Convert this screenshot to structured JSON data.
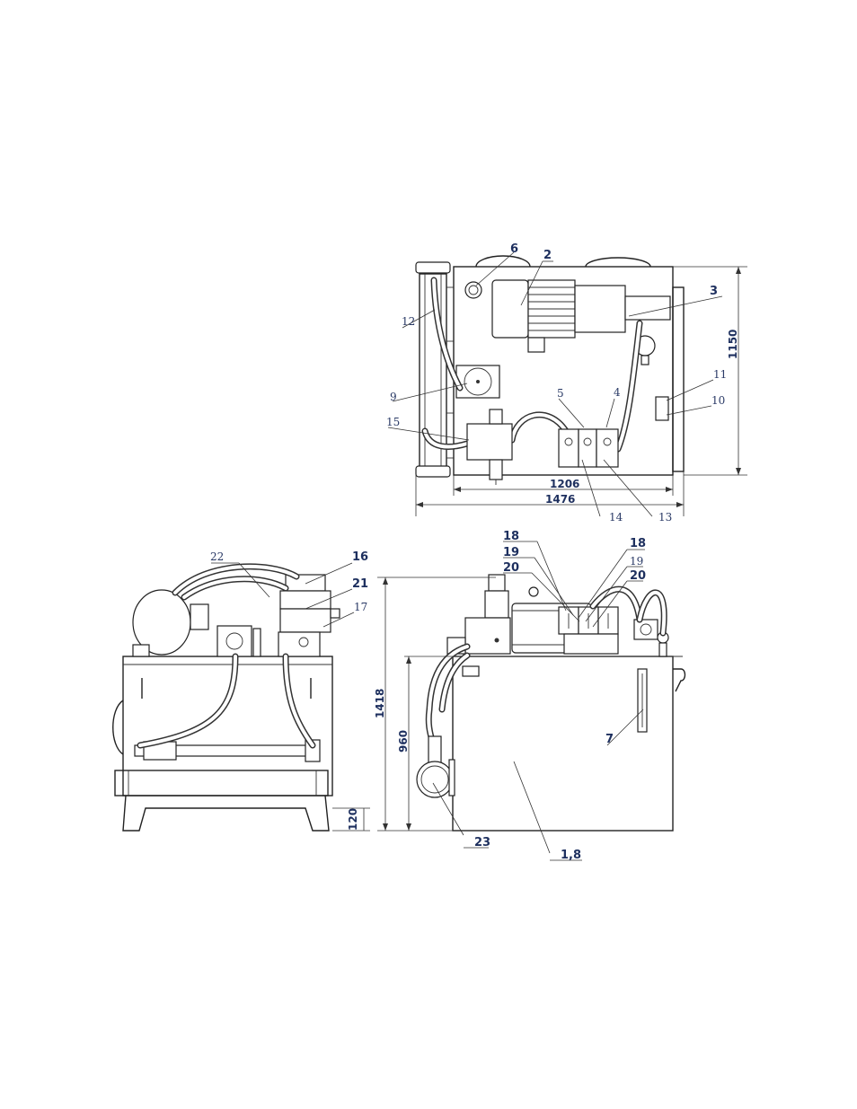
{
  "top_view": {
    "labels": {
      "l6": "6",
      "l2": "2",
      "l3": "3",
      "l12": "12",
      "l9": "9",
      "l5": "5",
      "l4": "4",
      "l11": "11",
      "l10": "10",
      "l15": "15",
      "l14": "14",
      "l13": "13"
    },
    "dims": {
      "height": "1150",
      "inner_width": "1206",
      "outer_width": "1476"
    }
  },
  "side_view": {
    "labels": {
      "l22": "22",
      "l16": "16",
      "l21": "21",
      "l17": "17"
    }
  },
  "front_view": {
    "labels": {
      "l18a": "18",
      "l19a": "19",
      "l20a": "20",
      "l18b": "18",
      "l19b": "19",
      "l20b": "20",
      "l7": "7",
      "l23": "23",
      "l18c": "1,8"
    },
    "dims": {
      "total_height": "1418",
      "tank_height": "960",
      "base_height": "120"
    }
  }
}
